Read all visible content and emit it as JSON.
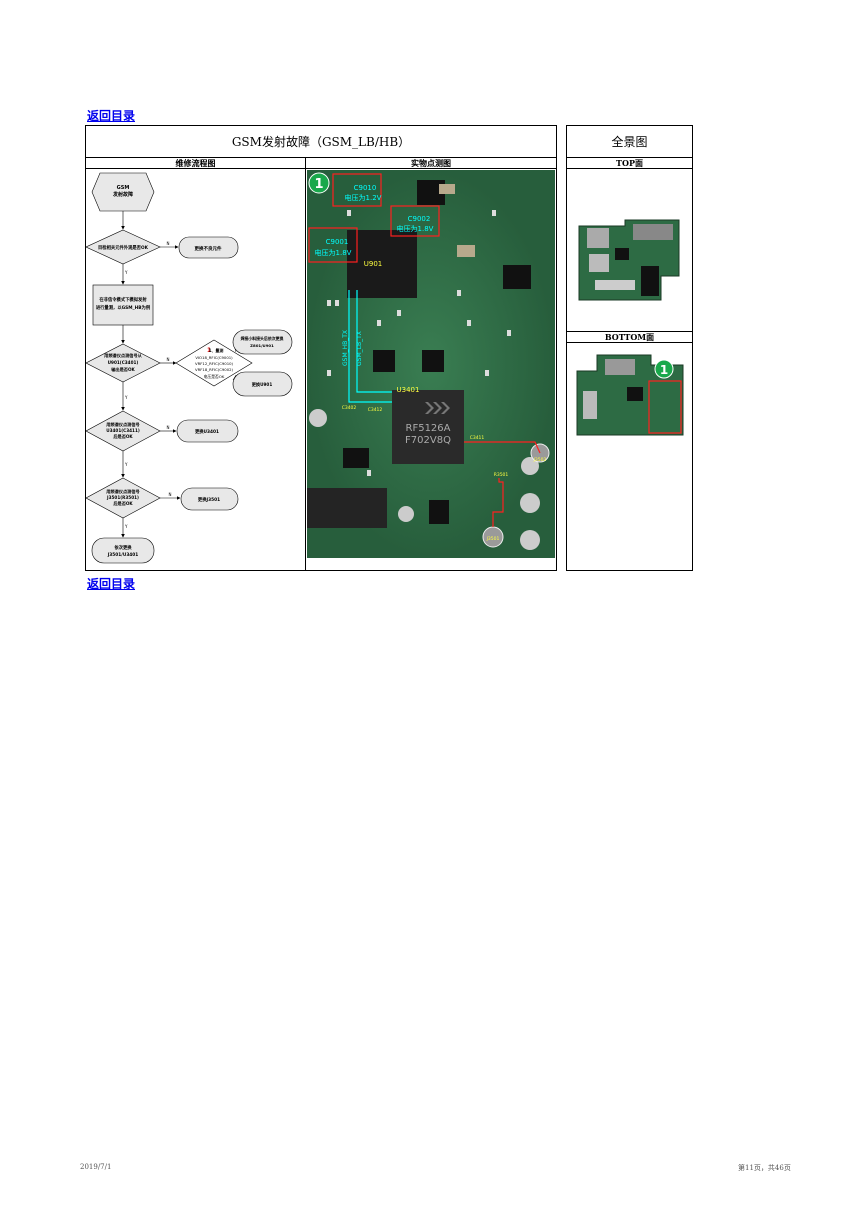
{
  "nav": {
    "back_top": "返回目录",
    "back_bottom": "返回目录"
  },
  "main_table": {
    "title": "GSM发射故障（GSM_LB/HB）",
    "col_flow": "维修流程图",
    "col_photo": "实物点测图"
  },
  "overview": {
    "title": "全景图",
    "top_label": "TOP面",
    "bottom_label": "BOTTOM面",
    "marker": "1"
  },
  "flowchart": {
    "start": [
      "GSM",
      "发射故障"
    ],
    "d1": "目检相关元件外观是否OK",
    "d1_no": "更换不良元件",
    "p1": [
      "在非信令模式下模拟发射",
      "进行量测，以GSM_HB为例"
    ],
    "d2": [
      "用频谱仪点测信号从",
      "U901(C3401)",
      "输出是否OK"
    ],
    "d2_check": [
      "1、量测",
      "VIO18_RFIC(C9001)",
      "VRF12_RFIC(C9010)",
      "VRF18_RFIC(C9002)",
      "电压是否OK"
    ],
    "d2_no1": [
      "焊接小料接头后依次更换",
      "Z801/U901"
    ],
    "d2_no2": "更换U901",
    "d3": [
      "用频谱仪点测信号",
      "U3401(C3411)",
      "后是否OK"
    ],
    "d3_no": "更换U3401",
    "d4": [
      "用频谱仪点测信号",
      "J3501(R3501)",
      "后是否OK"
    ],
    "d4_no": "更换J3501",
    "end": [
      "依次更换",
      "J3501/U3401"
    ],
    "yes": "Y",
    "no": "N",
    "red_num": "1"
  },
  "photo": {
    "marker": "1",
    "labels": {
      "c9010": "C9010",
      "c9010_v": "电压为1.2V",
      "c9002": "C9002",
      "c9002_v": "电压为1.8V",
      "c9001": "C9001",
      "c9001_v": "电压为1.8V",
      "u901": "U901",
      "gsm_hb_tx": "GSM_HB_TX",
      "gsm_lb_tx": "GSM_LB_TX",
      "c3402": "C3402",
      "c3412": "C3412",
      "u3401": "U3401",
      "c3411": "C3411",
      "r3501": "R3501",
      "j3501": "J3501",
      "j3502": "J3502",
      "chip": [
        "RF5126A",
        "F702V8Q"
      ]
    }
  },
  "footer": {
    "date": "2019/7/1",
    "page": "第11页，共46页"
  }
}
